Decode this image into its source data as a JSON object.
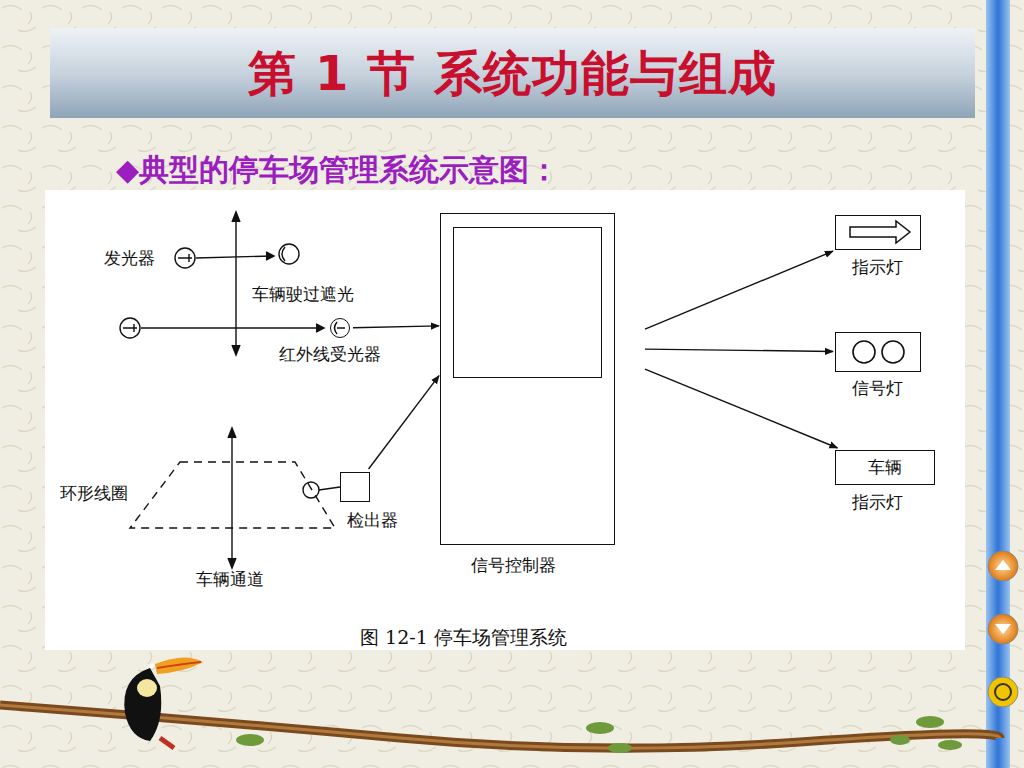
{
  "diagram": {
    "title": "第 1 节  系统功能与组成",
    "caption": "图 12-1   停车场管理系统",
    "nodes": [
      {
        "text": [
          "红外线受光器"
        ]
      },
      {
        "text": [
          "检出器"
        ]
      },
      {
        "text": [
          "信号控制器"
        ]
      },
      {
        "text": [
          "指示灯"
        ]
      },
      {
        "text": [
          "信号灯"
        ]
      },
      {
        "text": [
          "车辆",
          "指示灯"
        ]
      }
    ],
    "edges": [
      {
        "from": 0,
        "to": 2,
        "arrow": "to"
      },
      {
        "from": 1,
        "to": 2,
        "arrow": "to"
      },
      {
        "from": 2,
        "to": 3,
        "arrow": "to"
      },
      {
        "from": 2,
        "to": 4,
        "arrow": "to"
      },
      {
        "from": 2,
        "to": 5,
        "arrow": "to"
      }
    ],
    "labels": [
      "◆典型的停车场管理系统示意图：",
      "发光器",
      "车辆驶过遮光",
      "环形线圈",
      "车辆通道"
    ]
  }
}
